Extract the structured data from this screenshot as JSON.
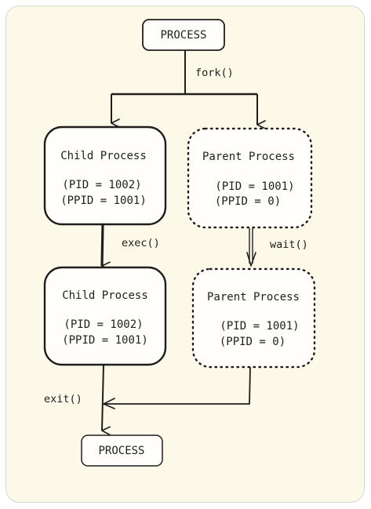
{
  "diagram": {
    "top_node": "PROCESS",
    "bottom_node": "PROCESS",
    "edge_labels": {
      "fork": "fork()",
      "exec": "exec()",
      "wait": "wait()",
      "exit": "exit()"
    },
    "child_before_exec": {
      "title": "Child Process",
      "pid": "(PID = 1002)",
      "ppid": "(PPID = 1001)"
    },
    "parent_before_wait": {
      "title": "Parent Process",
      "pid": "(PID = 1001)",
      "ppid": "(PPID = 0)"
    },
    "child_after_exec": {
      "title": "Child Process",
      "pid": "(PID = 1002)",
      "ppid": "(PPID = 1001)"
    },
    "parent_after_wait": {
      "title": "Parent Process",
      "pid": "(PID = 1001)",
      "ppid": "(PPID = 0)"
    }
  }
}
